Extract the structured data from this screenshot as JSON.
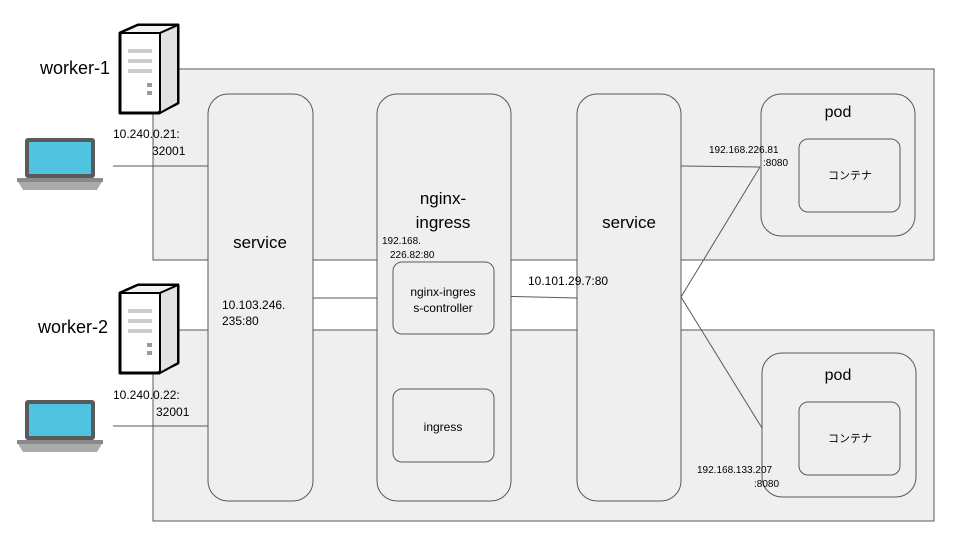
{
  "nodes": {
    "worker1": "worker-1",
    "worker2": "worker-2",
    "service_left": "service",
    "nginx_ingress_line1": "nginx-",
    "nginx_ingress_line2": "ingress",
    "controller_line1": "nginx-ingres",
    "controller_line2": "s-controller",
    "ingress": "ingress",
    "service_right": "service",
    "pod_top": "pod",
    "pod_bottom": "pod",
    "container_top": "コンテナ",
    "container_bottom": "コンテナ"
  },
  "addresses": {
    "worker1_ip_line1": "10.240.0.21:",
    "worker1_ip_line2": "32001",
    "worker2_ip_line1": "10.240.0.22:",
    "worker2_ip_line2": "32001",
    "svc_left_ip_line1": "10.103.246.",
    "svc_left_ip_line2": "235:80",
    "controller_ip_line1": "192.168.",
    "controller_ip_line2": "226.82:80",
    "svc_right_ip": "10.101.29.7:80",
    "pod_top_ip_line1": "192.168.226.81",
    "pod_top_ip_line2": ":8080",
    "pod_bottom_ip_line1": "192.168.133.207",
    "pod_bottom_ip_line2": ":8080"
  },
  "icons": [
    "server-icon",
    "laptop-icon"
  ],
  "colors": {
    "panel_fill": "#efefef",
    "box_fill": "#efefef",
    "stroke": "#595959",
    "line": "#595959",
    "laptop_screen": "#4fc3e0"
  }
}
